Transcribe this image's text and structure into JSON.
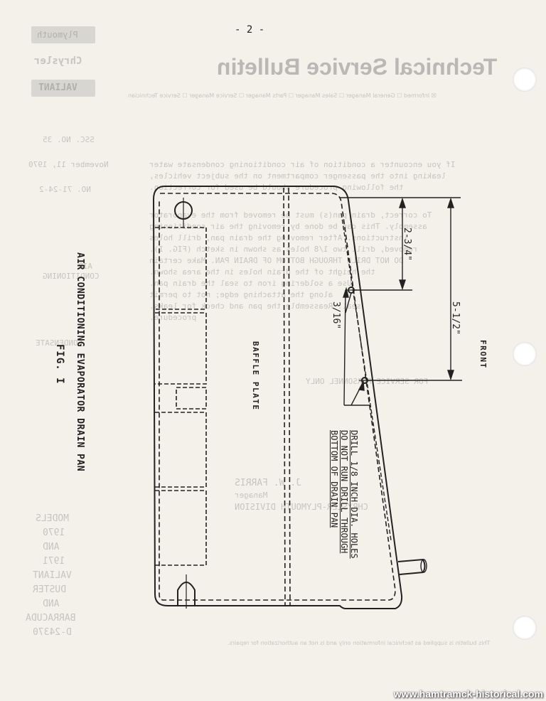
{
  "page_number": "- 2 -",
  "figure": {
    "caption": "AIR CONDITIONING EVAPORATOR DRAIN PAN",
    "number": "FIG. I",
    "baffle_label": "BAFFLE PLATE",
    "front_label": "FRONT",
    "dim_top": "2-3/4\"",
    "dim_overall": "5-1/2\"",
    "dim_edge": "3/16\"",
    "drill_note": "DRILL 1/8 INCH DIA. HOLES\nDO NOT RUN DRILL THROUGH\nBOTTOM OF DRAIN PAN"
  },
  "bleed_through": {
    "title": "Technical Service Bulletin",
    "distribution": "☒ Informed  ☐ General Manager  ☐ Sales Manager  ☐ Parts Manager  ☐ Service Manager  ☐ Service Technician",
    "brands": [
      "Plymouth",
      "Chrysler",
      "VALIANT"
    ],
    "bulletin_no": "SSC. NO. 35",
    "date": "November 11, 1970",
    "ref": "NO. 71-24-2",
    "category": [
      "AIR",
      "CONDITIONING"
    ],
    "subject": "CONDENSATE",
    "body_lines": [
      "If you encounter a condition of air conditioning condensate water",
      "leaking into the passenger compartment on the subject vehicles,",
      "the following procedure should be used for correction.",
      "To correct, drain pan(s) must be removed from the evaporator",
      "assembly. This can be done by removing the air conditioning",
      "instructions. After removing the drain pan, drill holes",
      "removed, drill two 1/8 holes as shown in sketch (FIG. I).",
      "DO NOT DRILL THROUGH BOTTOM OF DRAIN PAN. Make certain",
      "the height of the drain holes in the area shown.",
      "Use a soldering iron to seal the drain pan.",
      "along the attaching edge; not to permit",
      "seal. Reassemble the pan and check for leaks.",
      "procedure."
    ],
    "models": [
      "MODELS",
      "1970",
      "AND",
      "1971",
      "VALIANT",
      "DUSTER",
      "AND",
      "BARRACUDA",
      "D-24370"
    ],
    "signature_name": "J. W. FARRIS",
    "signature_title": "Manager",
    "signature_org": "CHRYSLER-PLYMOUTH DIVISION",
    "service_only": "FOR SERVICE PERSONNEL ONLY",
    "footer": "This bulletin is supplied as technical information only and is not an authorization for repairs."
  },
  "watermark": "www.hamtramck-historical.com"
}
